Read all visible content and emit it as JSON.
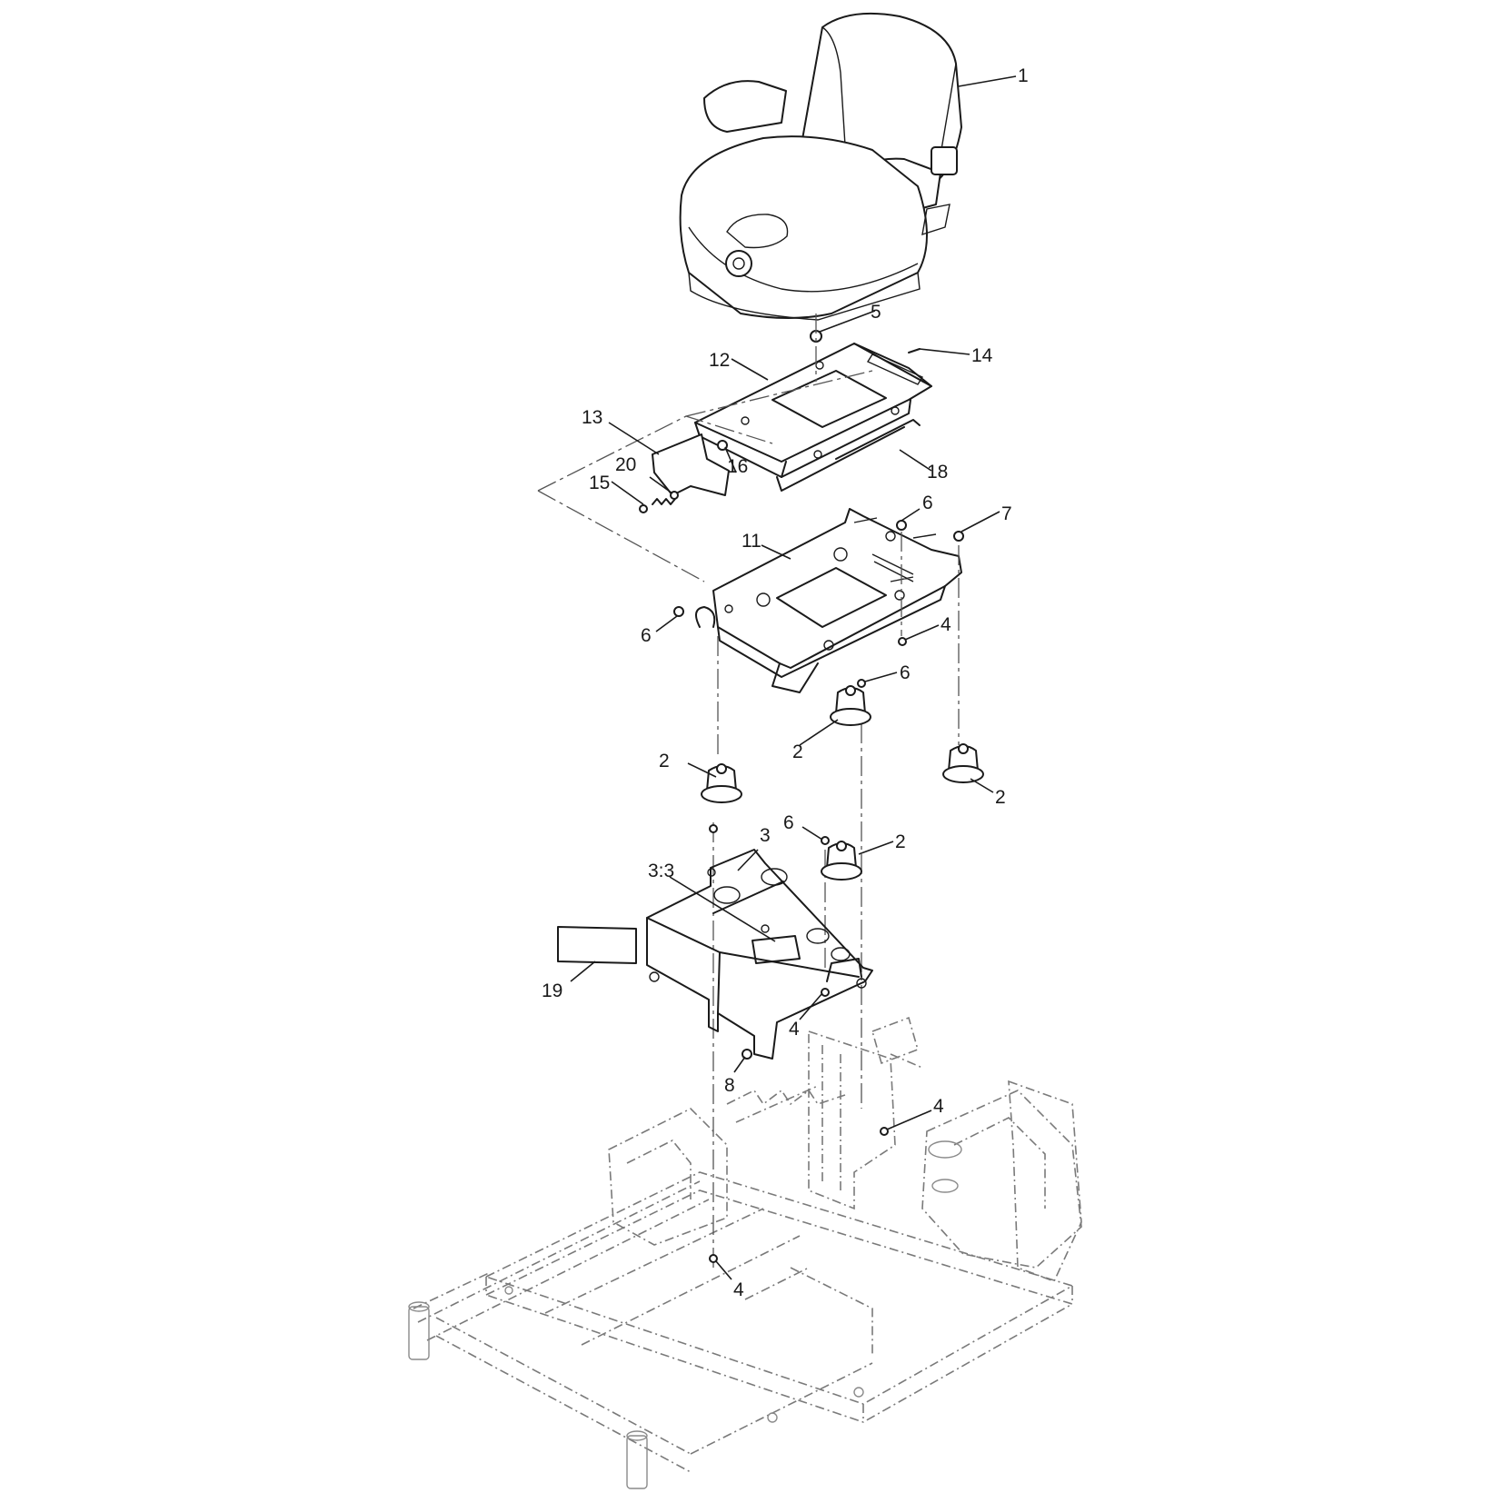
{
  "callouts": [
    {
      "id": "seat",
      "label": "1"
    },
    {
      "id": "washer-5",
      "label": "5"
    },
    {
      "id": "slide-rail-12",
      "label": "12"
    },
    {
      "id": "bolt-14",
      "label": "14"
    },
    {
      "id": "bracket-13",
      "label": "13"
    },
    {
      "id": "nut-16",
      "label": "16"
    },
    {
      "id": "rod-18",
      "label": "18"
    },
    {
      "id": "spacer-20",
      "label": "20"
    },
    {
      "id": "spring-15",
      "label": "15"
    },
    {
      "id": "nut-6a",
      "label": "6"
    },
    {
      "id": "nut-7",
      "label": "7"
    },
    {
      "id": "mount-plate-11",
      "label": "11"
    },
    {
      "id": "nut-6b",
      "label": "6"
    },
    {
      "id": "screw-4a",
      "label": "4"
    },
    {
      "id": "nut-6c",
      "label": "6"
    },
    {
      "id": "isolator-2a",
      "label": "2"
    },
    {
      "id": "isolator-2b",
      "label": "2"
    },
    {
      "id": "isolator-2c",
      "label": "2"
    },
    {
      "id": "nut-6d",
      "label": "6"
    },
    {
      "id": "isolator-2d",
      "label": "2"
    },
    {
      "id": "seat-base-3",
      "label": "3"
    },
    {
      "id": "decal-3-3",
      "label": "3:3"
    },
    {
      "id": "decal-19",
      "label": "19"
    },
    {
      "id": "screw-4b",
      "label": "4"
    },
    {
      "id": "nut-8",
      "label": "8"
    },
    {
      "id": "screw-4c",
      "label": "4"
    },
    {
      "id": "screw-4d",
      "label": "4"
    }
  ]
}
